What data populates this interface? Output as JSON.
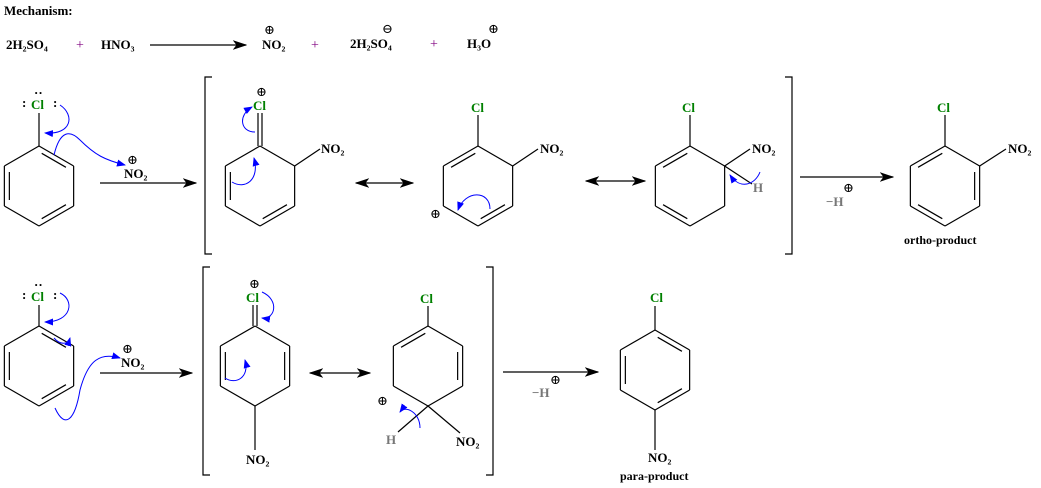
{
  "title": "Mechanism:",
  "equation": {
    "reactant1": "2H₂SO₄",
    "plus": "+",
    "reactant2": "HNO₃",
    "product1": "NO₂",
    "product2": "2H₂SO₄",
    "product3": "H₃O",
    "charge_plus": "⊕",
    "charge_minus": "⊖"
  },
  "atoms": {
    "cl": "Cl",
    "no2": "NO₂",
    "h": "H",
    "lone_pair": ":",
    "lone_pair_top": "··"
  },
  "deprotonation": "−H",
  "charge_plus": "⊕",
  "ortho_label": "ortho-product",
  "para_label": "para-product",
  "colors": {
    "chlorine": "#008000",
    "plus_sign": "#800080",
    "curly_arrow": "#0000ff",
    "hydrogen": "#777777"
  }
}
